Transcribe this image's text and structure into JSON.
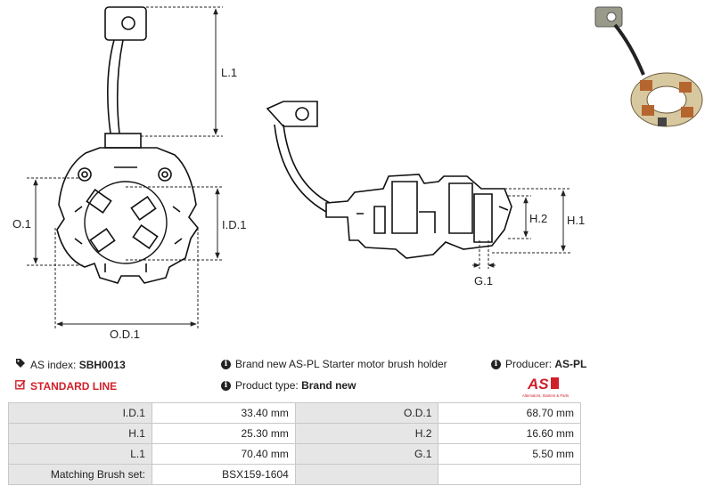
{
  "dimension_labels": {
    "l1": "L.1",
    "o1": "O.1",
    "id1": "I.D.1",
    "od1": "O.D.1",
    "h1": "H.1",
    "h2": "H.2",
    "g1": "G.1"
  },
  "info": {
    "as_index_label": "AS index:",
    "as_index_value": "SBH0013",
    "description": "Brand new AS-PL Starter motor brush holder",
    "producer_label": "Producer:",
    "producer_value": "AS-PL",
    "standard_line": "STANDARD LINE",
    "product_type_label": "Product type:",
    "product_type_value": "Brand new"
  },
  "logo": {
    "mark": "AS",
    "tagline": "Alternators, Starters & Parts",
    "color": "#d0202a"
  },
  "specs": [
    [
      "I.D.1",
      "33.40 mm",
      "O.D.1",
      "68.70 mm"
    ],
    [
      "H.1",
      "25.30 mm",
      "H.2",
      "16.60 mm"
    ],
    [
      "L.1",
      "70.40 mm",
      "G.1",
      "5.50 mm"
    ],
    [
      "Matching Brush set:",
      "BSX159-1604",
      "",
      ""
    ]
  ]
}
